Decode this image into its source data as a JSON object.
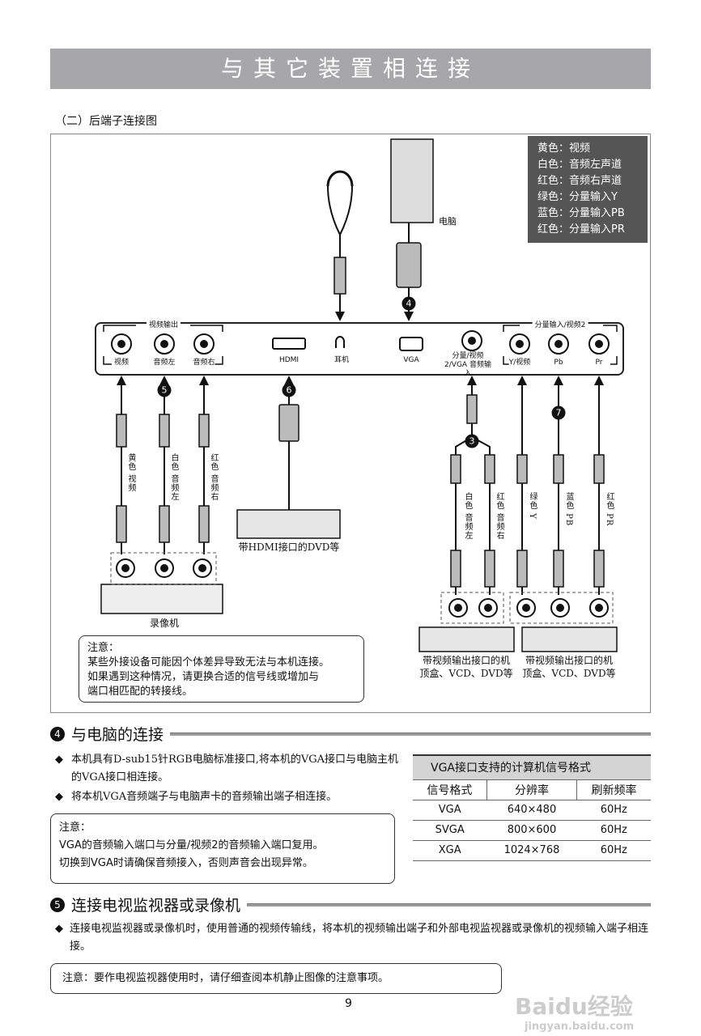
{
  "title": "与其它装置相连接",
  "subtitle": "（二）后端子连接图",
  "legend": [
    "黄色：视频",
    "白色：音频左声道",
    "红色：音频右声道",
    "绿色：分量输入Y",
    "蓝色：分量输入PB",
    "红色：分量输入PR"
  ],
  "diagram": {
    "pc_label": "电脑",
    "panel": {
      "group_left": "视频输出",
      "group_right": "分量输入/视频2",
      "ports": [
        "视频",
        "音频左",
        "音频右",
        "HDMI",
        "耳机",
        "VGA",
        "分量/视频2/VGA 音频输入",
        "Y/视频",
        "Pb",
        "Pr"
      ]
    },
    "badges": [
      "4",
      "5",
      "6",
      "3",
      "7"
    ],
    "cable_labels_left": [
      "黄色 视频",
      "白色 音频左",
      "红色 音频右"
    ],
    "cable_labels_right": [
      "白色 音频左",
      "红色 音频右",
      "绿色 Y",
      "蓝色 PB",
      "红色 PR"
    ],
    "vcr_label": "录像机",
    "dvd_hdmi_label": "带HDMI接口的DVD等",
    "dvd_video_label_1": "带视频输出接口的机",
    "dvd_video_label_2": "顶盒、VCD、DVD等",
    "note": [
      "注意：",
      "某些外接设备可能因个体差异导致无法与本机连接。",
      "如果遇到这种情况，请更换合适的信号线或增加与",
      "端口相匹配的转接线。"
    ]
  },
  "section4": {
    "num": "4",
    "title": "与电脑的连接",
    "bullets": [
      "本机具有D-sub15针RGB电脑标准接口,将本机的VGA接口与电脑主机的VGA接口相连接。",
      "将本机VGA音频端子与电脑声卡的音频输出端子相连接。"
    ],
    "note": [
      "注意：",
      "VGA的音频输入端口与分量/视频2的音频输入端口复用。",
      "切换到VGA时请确保音频接入，否则声音会出现异常。"
    ],
    "table": {
      "caption": "VGA接口支持的计算机信号格式",
      "headers": [
        "信号格式",
        "分辨率",
        "刷新频率"
      ],
      "rows": [
        [
          "VGA",
          "640×480",
          "60Hz"
        ],
        [
          "SVGA",
          "800×600",
          "60Hz"
        ],
        [
          "XGA",
          "1024×768",
          "60Hz"
        ]
      ]
    }
  },
  "section5": {
    "num": "5",
    "title": "连接电视监视器或录像机",
    "bullets": [
      "连接电视监视器或录像机时，使用普通的视频传输线，将本机的视频输出端子和外部电视监视器或录像机的视频输入端子相连接。"
    ],
    "note": "注意：要作电视监视器使用时，请仔细查阅本机静止图像的注意事项。"
  },
  "page_number": "9",
  "watermark": {
    "brand": "Baidu经验",
    "url": "jingyan.baidu.com"
  }
}
